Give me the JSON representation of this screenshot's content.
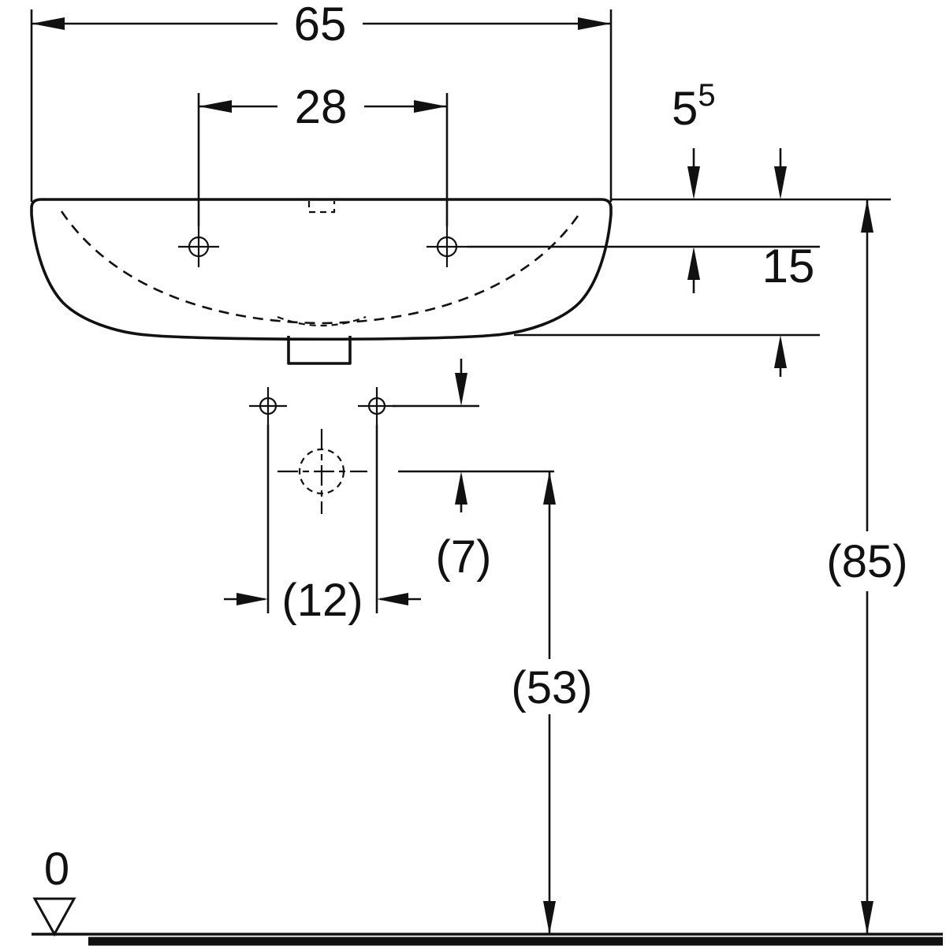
{
  "drawing": {
    "type": "technical-dimension-drawing",
    "subject": "wall-hung washbasin, front elevation",
    "colors": {
      "line": "#111111",
      "background": "#ffffff"
    },
    "labels": {
      "overall_width": "65",
      "tap_hole_spacing": "28",
      "rim_to_tap_holes_main": "5",
      "rim_to_tap_holes_sup": "5",
      "rim_to_underside": "15",
      "overall_height": "(85)",
      "fixing_holes_to_drain": "(7)",
      "fixing_hole_spacing": "(12)",
      "floor_to_drain_centre": "(53)",
      "datum_level": "0"
    }
  }
}
